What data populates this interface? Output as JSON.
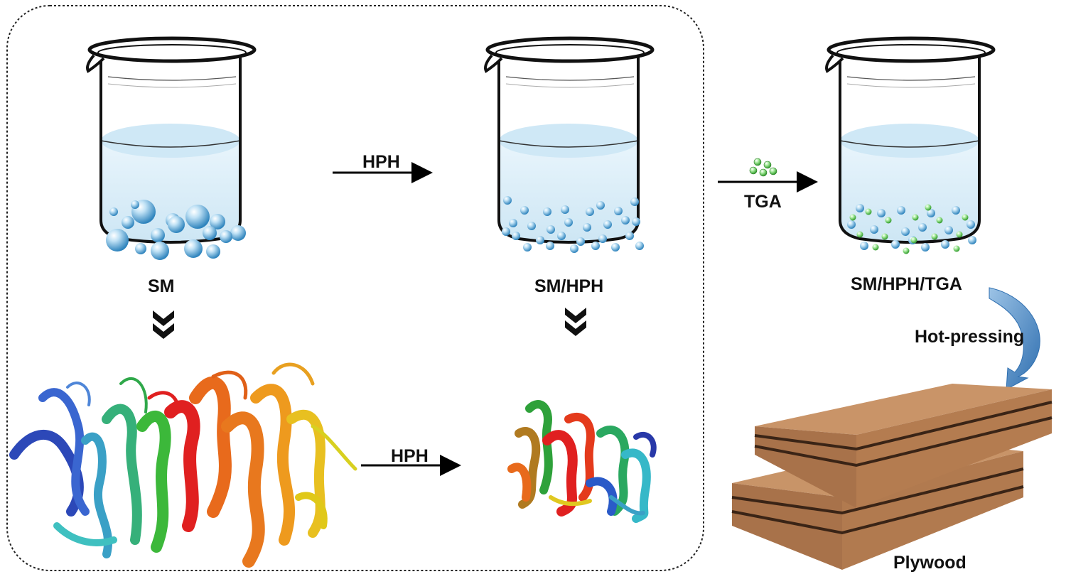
{
  "labels": {
    "sm": "SM",
    "sm_hph": "SM/HPH",
    "sm_hph_tga": "SM/HPH/TGA",
    "hph_top": "HPH",
    "hph_bottom": "HPH",
    "tga": "TGA",
    "hot_pressing": "Hot-pressing",
    "plywood": "Plywood"
  },
  "colors": {
    "liquid_surface": "#cfe8f6",
    "liquid_body": "#e6f3fb",
    "bead": "#5aa9d8",
    "tga_bead": "#5ec95a",
    "curved_arrow": "#4f8fc9",
    "plywood_face": "#c08a5e",
    "plywood_edge": "#8a5a35",
    "glue_line": "#3a2416"
  },
  "icons": {
    "beaker": "beaker-icon",
    "protein_large": "protein-ribbon-icon",
    "protein_small": "protein-ribbon-icon",
    "chevron": "double-chevron-down-icon",
    "plywood": "plywood-board-icon"
  }
}
